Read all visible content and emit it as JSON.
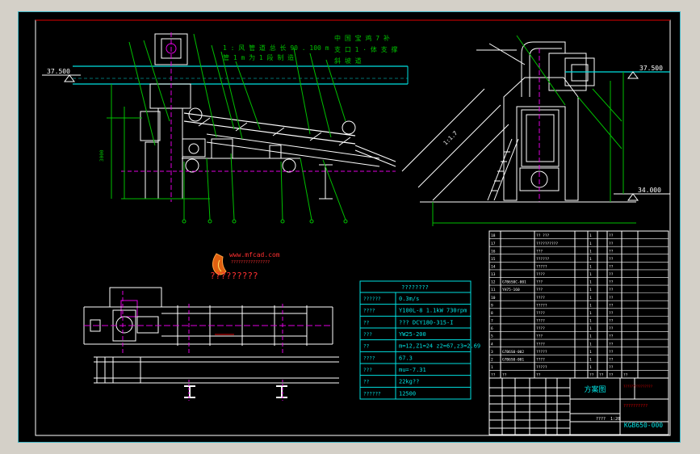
{
  "drawing": {
    "elev_left": "37.500",
    "elev_right_top": "37.500",
    "elev_right_bottom": "34.000",
    "notes": [
      "中 国 宝 鸡 7 补",
      "1 : 风 管 道 总 长 90 . 100 m",
      "管 1 m 为 1 段 制 造",
      "支 口 1 · 体 支 撑",
      "斜 坡 道"
    ],
    "left_dim_text": "3000",
    "logo_text": "www.mfcad.com",
    "logo_subtitle": "????????????????",
    "logo_caption": "?????????",
    "slope_text": "1:1.7"
  },
  "spec_table": {
    "title": "????????",
    "rows": [
      [
        "??????",
        "0.3m/s"
      ],
      [
        "????",
        "Y100L-8 1.1kW  730rpm"
      ],
      [
        "??",
        "??? DCY180-315-I"
      ],
      [
        "???",
        "YW25-200"
      ],
      [
        "??",
        "m=12,Z1=24 z2=67,z3=2.69"
      ],
      [
        "????",
        "67.3"
      ],
      [
        "???",
        "mu=-7.31"
      ],
      [
        "??",
        "22kg??"
      ],
      [
        "??????",
        "12500"
      ]
    ]
  },
  "bom_table": {
    "rows": [
      [
        "18",
        "",
        "?? ???",
        "",
        "1",
        "",
        "??",
        ""
      ],
      [
        "17",
        "",
        "??????????",
        "",
        "1",
        "",
        "??",
        ""
      ],
      [
        "16",
        "",
        "???",
        "",
        "1",
        "",
        "??",
        ""
      ],
      [
        "15",
        "",
        "??????",
        "",
        "1",
        "",
        "??",
        ""
      ],
      [
        "14",
        "",
        "?????",
        "",
        "1",
        "",
        "??",
        ""
      ],
      [
        "13",
        "",
        "????",
        "",
        "1",
        "",
        "??",
        ""
      ],
      [
        "12",
        "G7B6S0C-001",
        "???",
        "",
        "1",
        "",
        "??",
        ""
      ],
      [
        "11",
        "YH75-160",
        "???",
        "",
        "1",
        "",
        "??",
        ""
      ],
      [
        "10",
        "",
        "????",
        "",
        "1",
        "",
        "??",
        ""
      ],
      [
        "9",
        "",
        "?????",
        "",
        "1",
        "",
        "??",
        ""
      ],
      [
        "8",
        "",
        "????",
        "",
        "1",
        "",
        "??",
        ""
      ],
      [
        "7",
        "",
        "????",
        "",
        "1",
        "",
        "??",
        ""
      ],
      [
        "6",
        "",
        "????",
        "",
        "1",
        "",
        "??",
        ""
      ],
      [
        "5",
        "",
        "???",
        "",
        "1",
        "",
        "??",
        ""
      ],
      [
        "4",
        "",
        "????",
        "",
        "1",
        "",
        "??",
        ""
      ],
      [
        "3",
        "G7B6S0-002",
        "?????",
        "",
        "1",
        "",
        "??",
        ""
      ],
      [
        "2",
        "G7B6S0-001",
        "????",
        "",
        "1",
        "",
        "??",
        ""
      ],
      [
        "1",
        "",
        "?????",
        "",
        "1",
        "",
        "??",
        ""
      ]
    ],
    "header": [
      "??",
      "??",
      "??",
      "",
      "??",
      "??",
      "??",
      "??"
    ]
  },
  "title_block": {
    "drawing_title": "方案图",
    "drawing_no": "KGB650-000",
    "company_a": "???????????????",
    "company_b": "??????????",
    "scale": "1:20",
    "sheet": "????"
  },
  "colors": {
    "frame": "#44b8c8",
    "line_green": "#00c000",
    "line_white": "#ffffff",
    "line_cyan": "#00e0e0",
    "line_magenta": "#e000e0",
    "line_yellow": "#e0e000",
    "line_red": "#e00000"
  }
}
